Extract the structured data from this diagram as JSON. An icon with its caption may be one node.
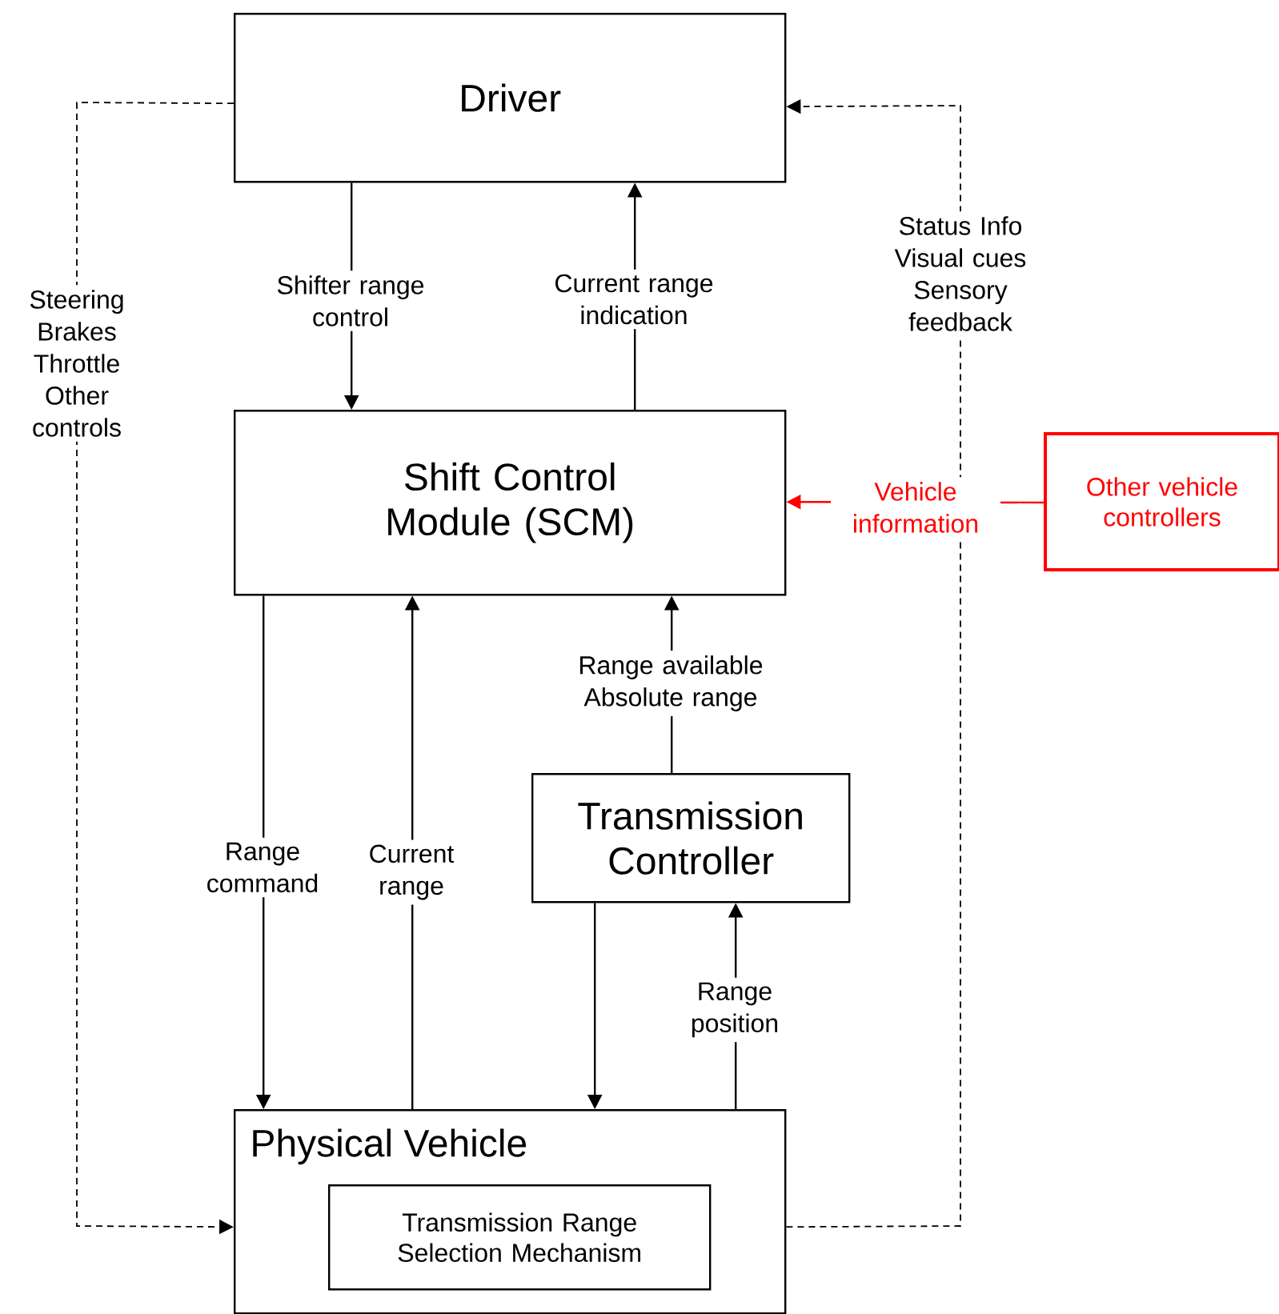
{
  "diagram": {
    "nodes": [
      {
        "text": [
          "Driver"
        ]
      },
      {
        "text": [
          "Shift Control Module (SCM)"
        ]
      },
      {
        "text": [
          "Other vehicle controllers"
        ]
      },
      {
        "text": [
          "Transmission Controller"
        ]
      },
      {
        "text": [
          "Physical Vehicle"
        ]
      },
      {
        "text": [
          "Transmission Range Selection Mechanism"
        ],
        "in": 4
      }
    ],
    "edges": [
      {
        "from": 0,
        "to": 1,
        "arrow": "to",
        "label": "Shifter range control"
      },
      {
        "from": 1,
        "to": 0,
        "arrow": "to",
        "label": "Current range indication"
      },
      {
        "from": 2,
        "to": 1,
        "arrow": "to",
        "label": "Vehicle information",
        "color": "#ff0000"
      },
      {
        "from": 3,
        "to": 1,
        "arrow": "to",
        "label": "Range available Absolute range"
      },
      {
        "from": 1,
        "to": 4,
        "arrow": "to",
        "label": "Range command"
      },
      {
        "from": 4,
        "to": 1,
        "arrow": "to",
        "label": "Current range"
      },
      {
        "from": 3,
        "to": 4,
        "arrow": "to"
      },
      {
        "from": 4,
        "to": 3,
        "arrow": "to",
        "label": "Range position"
      },
      {
        "from": 0,
        "to": 4,
        "arrow": "to",
        "style": "dashed",
        "label": "Steering Brakes Throttle Other controls"
      },
      {
        "from": 4,
        "to": 0,
        "arrow": "to",
        "style": "dashed",
        "label": "Status Info Visual cues Sensory feedback"
      }
    ]
  }
}
